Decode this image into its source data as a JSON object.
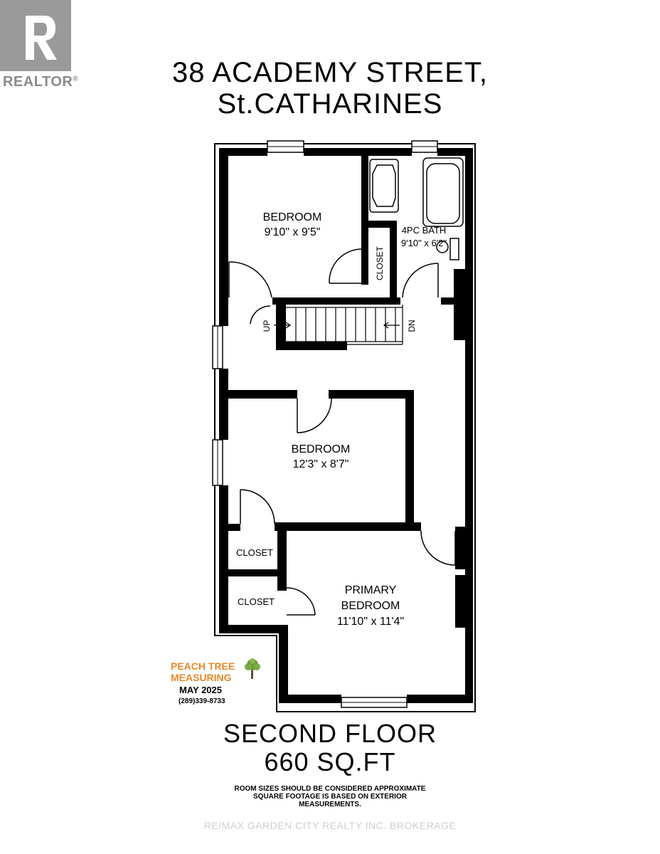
{
  "logo": {
    "text": "REALTOR",
    "registered_mark": "®"
  },
  "header": {
    "line1": "38 ACADEMY STREET,",
    "line2": "St.CATHARINES"
  },
  "rooms": {
    "bedroom1_name": "BEDROOM",
    "bedroom1_size": "9'10\" x 9'5\"",
    "bath_name": "4PC BATH",
    "bath_size": "9'10\" x 6'2\"",
    "closet_a": "CLOSET",
    "stairs_up": "UP",
    "stairs_down": "DN",
    "bedroom2_name": "BEDROOM",
    "bedroom2_size": "12'3\" x 8'7\"",
    "closet_b": "CLOSET",
    "closet_c": "CLOSET",
    "primary_line1": "PRIMARY",
    "primary_line2": "BEDROOM",
    "primary_size": "11'10\" x 11'4\""
  },
  "company": {
    "line1": "PEACH TREE",
    "line2": "MEASURING",
    "date": "MAY 2025",
    "phone": "(289)339-8733"
  },
  "floor": {
    "name": "SECOND FLOOR",
    "area": "660 SQ.FT"
  },
  "disclaimer": {
    "line1": "ROOM SIZES SHOULD BE CONSIDERED APPROXIMATE",
    "line2": "SQUARE FOOTAGE IS BASED ON EXTERIOR",
    "line3": "MEASUREMENTS."
  },
  "watermark": "RE/MAX GARDEN CITY REALTY INC. BROKERAGE",
  "colors": {
    "wall": "#000000",
    "accent": "#e8872a",
    "tree": "#6a9a3a",
    "logo": "#9a9a9a"
  }
}
